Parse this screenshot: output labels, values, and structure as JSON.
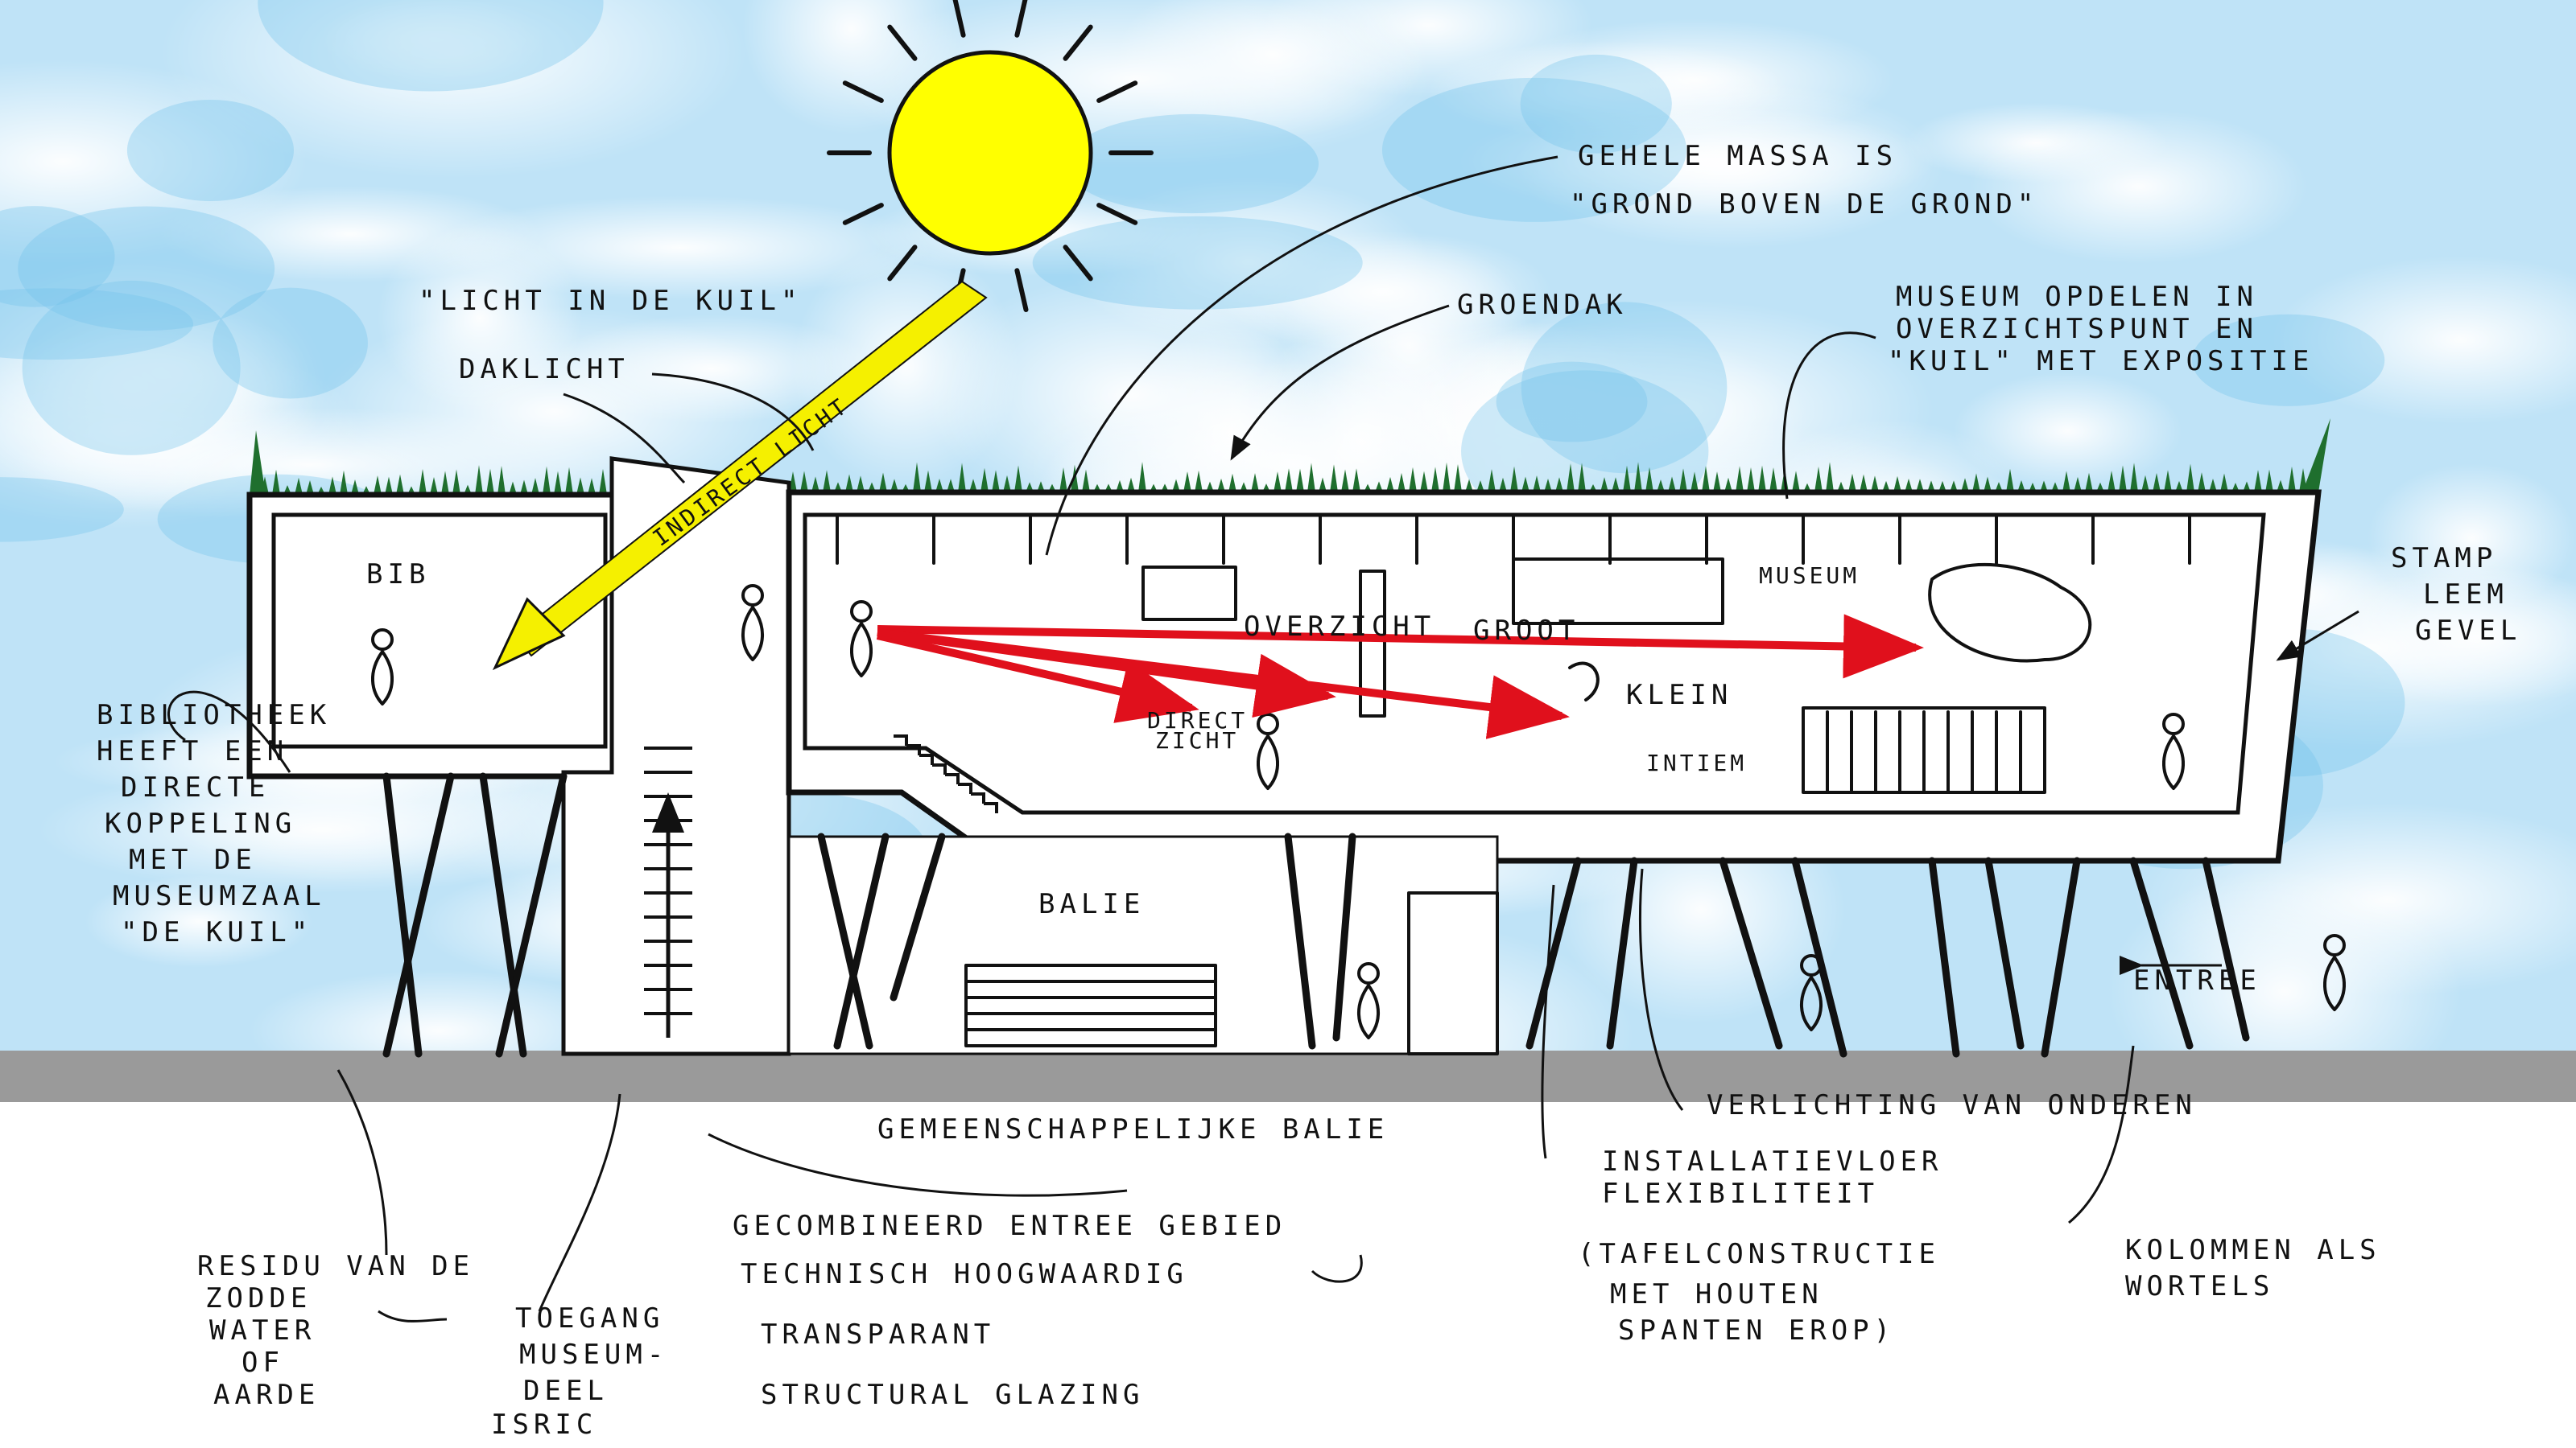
{
  "colors": {
    "sky_light": "#f4fbff",
    "sky_mid": "#bfe3f7",
    "sky_dark": "#74c4ec",
    "sun": "#ffff00",
    "sun_ray": "#e8e800",
    "green_roof": "#1f6f2e",
    "sightline": "#e0101c",
    "light_beam": "#f5f000",
    "ground": "#9a9a9a",
    "ink": "#111111"
  },
  "labels": {
    "gehele_massa_1": "GEHELE MASSA IS",
    "gehele_massa_2": "\"GROND BOVEN DE GROND\"",
    "licht_kuil": "\"LICHT IN DE KUIL\"",
    "daklicht": "DAKLICHT",
    "indirect_licht": "INDIRECT LICHT",
    "groendak": "GROENDAK",
    "museum_opdelen_1": "MUSEUM OPDELEN IN",
    "museum_opdelen_2": "OVERZICHTSPUNT EN",
    "museum_opdelen_3": "\"KUIL\" MET EXPOSITIE",
    "stamp_1": "STAMP",
    "stamp_2": "LEEM",
    "stamp_3": "GEVEL",
    "bib": "BIB",
    "museum": "MUSEUM",
    "overzicht": "OVERZICHT",
    "groot": "GROOT",
    "klein": "KLEIN",
    "intiem": "INTIEM",
    "direct_zicht_1": "DIRECT",
    "direct_zicht_2": "ZICHT",
    "bib_koppeling_1": "BIBLIOTHEEK",
    "bib_koppeling_2": "HEEFT EEN",
    "bib_koppeling_3": "DIRECTE",
    "bib_koppeling_4": "KOPPELING",
    "bib_koppeling_5": "MET DE",
    "bib_koppeling_6": "MUSEUMZAAL",
    "bib_koppeling_7": "\"DE KUIL\"",
    "balie": "BALIE",
    "entree": "ENTREE",
    "verlichting": "VERLICHTING VAN ONDEREN",
    "gemeenschappelijke_balie": "GEMEENSCHAPPELIJKE BALIE",
    "installatievloer_1": "INSTALLATIEVLOER",
    "installatievloer_2": "FLEXIBILITEIT",
    "tafel_1": "(TAFELCONSTRUCTIE",
    "tafel_2": "MET HOUTEN",
    "tafel_3": "SPANTEN EROP)",
    "kolommen_1": "KOLOMMEN ALS",
    "kolommen_2": "WORTELS",
    "residu_1": "RESIDU VAN DE",
    "residu_2": "ZODDE",
    "residu_3": "WATER",
    "residu_4": "OF",
    "residu_5": "AARDE",
    "toegang_1": "TOEGANG",
    "toegang_2": "MUSEUM-",
    "toegang_3": "DEEL",
    "toegang_4": "ISRIC",
    "gecombineerd_1": "GECOMBINEERD ENTREE GEBIED",
    "gecombineerd_2": "TECHNISCH HOOGWAARDIG",
    "gecombineerd_3": "TRANSPARANT",
    "gecombineerd_4": "STRUCTURAL GLAZING"
  }
}
